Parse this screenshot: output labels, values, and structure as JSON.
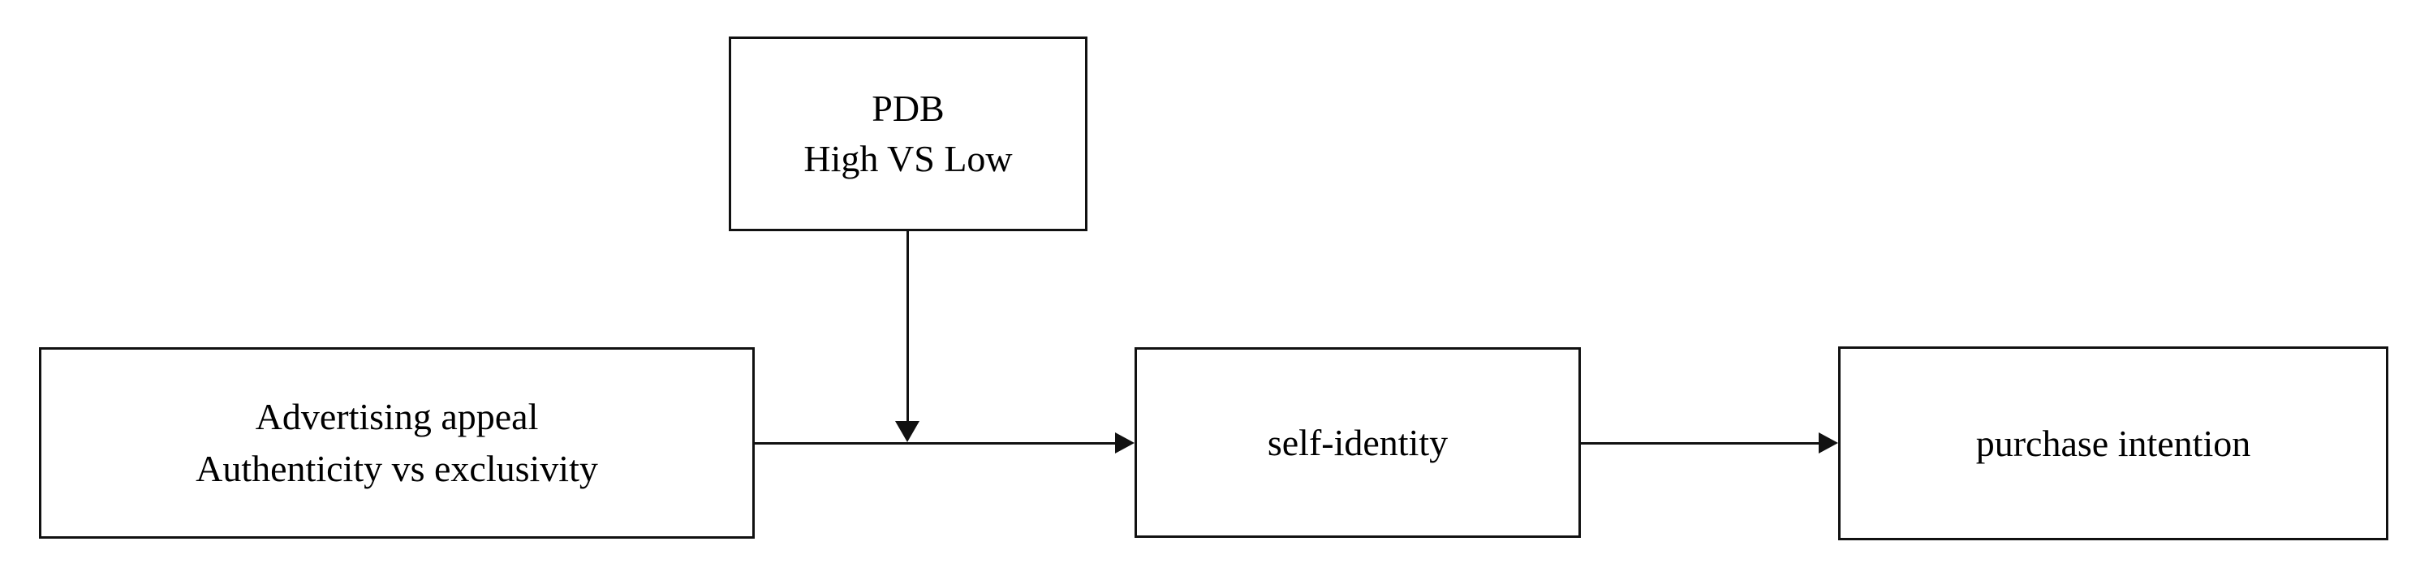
{
  "diagram": {
    "type": "conceptual-research-model",
    "background_color": "#ffffff",
    "line_color": "#111111",
    "text_color": "#000000",
    "nodes": [
      {
        "id": "moderator",
        "role": "moderator",
        "line1": "PDB",
        "line2": "High VS Low"
      },
      {
        "id": "independent",
        "role": "independent-variable",
        "line1": "Advertising appeal",
        "line2": "Authenticity vs exclusivity"
      },
      {
        "id": "mediator",
        "role": "mediator",
        "line1": "self-identity"
      },
      {
        "id": "dependent",
        "role": "dependent-variable",
        "line1": "purchase intention"
      }
    ],
    "connectors": [
      {
        "id": "appeal-to-identity",
        "from": "independent",
        "to": "mediator",
        "orientation": "horizontal",
        "arrowhead": "right"
      },
      {
        "id": "identity-to-intention",
        "from": "mediator",
        "to": "dependent",
        "orientation": "horizontal",
        "arrowhead": "right"
      },
      {
        "id": "pdb-moderation",
        "from": "moderator",
        "to": "appeal-to-identity",
        "orientation": "vertical",
        "arrowhead": "down"
      }
    ]
  }
}
